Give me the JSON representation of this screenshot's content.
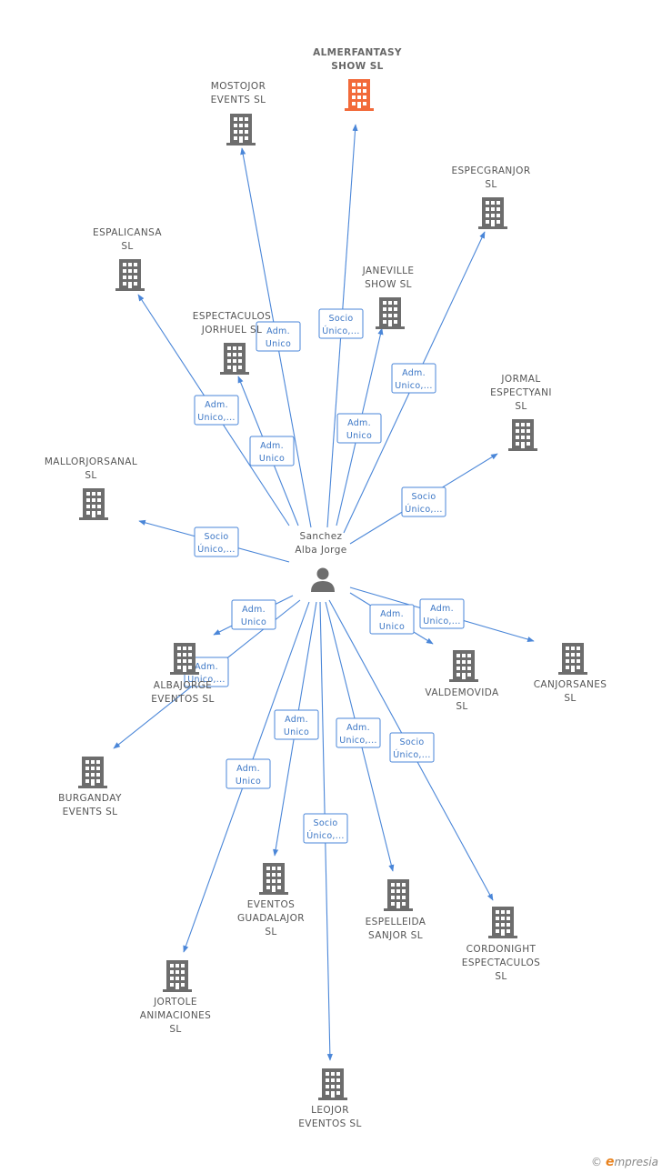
{
  "person": {
    "name_lines": [
      "Sanchez",
      "Alba Jorge"
    ]
  },
  "colors": {
    "edge": "#4a86d8",
    "building": "#6d6d6d",
    "building_highlight": "#f26a3a"
  },
  "companies": [
    {
      "id": "almerfantasy",
      "lines": [
        "ALMERFANTASY",
        "SHOW  SL"
      ],
      "highlight": true
    },
    {
      "id": "mostojor",
      "lines": [
        "MOSTOJOR",
        "EVENTS  SL"
      ]
    },
    {
      "id": "especgranjor",
      "lines": [
        "ESPECGRANJOR",
        "SL"
      ]
    },
    {
      "id": "espalicansa",
      "lines": [
        "ESPALICANSA",
        "SL"
      ]
    },
    {
      "id": "janeville",
      "lines": [
        "JANEVILLE",
        "SHOW  SL"
      ]
    },
    {
      "id": "espectaculos-jorhuel",
      "lines": [
        "ESPECTACULOS",
        "JORHUEL  SL"
      ]
    },
    {
      "id": "jormal",
      "lines": [
        "JORMAL",
        "ESPECTYANI",
        "SL"
      ]
    },
    {
      "id": "mallorjorsanal",
      "lines": [
        "MALLORJORSANAL",
        "SL"
      ]
    },
    {
      "id": "albajorge-eventos",
      "lines": [
        "ALBAJORGE",
        "EVENTOS  SL"
      ]
    },
    {
      "id": "valdemovida",
      "lines": [
        "VALDEMOVIDA",
        "SL"
      ]
    },
    {
      "id": "canjorsanes",
      "lines": [
        "CANJORSANES",
        "SL"
      ]
    },
    {
      "id": "burganday",
      "lines": [
        "BURGANDAY",
        "EVENTS  SL"
      ]
    },
    {
      "id": "eventos-guadalajor",
      "lines": [
        "EVENTOS",
        "GUADALAJOR",
        "SL"
      ]
    },
    {
      "id": "espelleida",
      "lines": [
        "ESPELLEIDA",
        "SANJOR  SL"
      ]
    },
    {
      "id": "cordonight",
      "lines": [
        "CORDONIGHT",
        "ESPECTACULOS",
        "SL"
      ]
    },
    {
      "id": "jortole",
      "lines": [
        "JORTOLE",
        "ANIMACIONES",
        "SL"
      ]
    },
    {
      "id": "leojor",
      "lines": [
        "LEOJOR",
        "EVENTOS  SL"
      ]
    }
  ],
  "relations": [
    {
      "to": "almerfantasy",
      "role": [
        "Socio",
        "Único,..."
      ]
    },
    {
      "to": "mostojor",
      "role": [
        "Adm.",
        "Unico"
      ]
    },
    {
      "to": "especgranjor",
      "role": [
        "Adm.",
        "Unico,..."
      ]
    },
    {
      "to": "espalicansa",
      "role": [
        "Adm.",
        "Unico,..."
      ]
    },
    {
      "to": "janeville",
      "role": [
        "Adm.",
        "Unico"
      ]
    },
    {
      "to": "espectaculos-jorhuel",
      "role": [
        "Adm.",
        "Unico"
      ]
    },
    {
      "to": "jormal",
      "role": [
        "Socio",
        "Único,..."
      ]
    },
    {
      "to": "mallorjorsanal",
      "role": [
        "Socio",
        "Único,..."
      ]
    },
    {
      "to": "albajorge-eventos",
      "role": [
        "Adm.",
        "Unico"
      ]
    },
    {
      "to": "valdemovida",
      "role": [
        "Adm.",
        "Unico"
      ]
    },
    {
      "to": "canjorsanes",
      "role": [
        "Adm.",
        "Unico,..."
      ]
    },
    {
      "to": "burganday",
      "role": [
        "Adm.",
        "Unico,..."
      ]
    },
    {
      "to": "eventos-guadalajor",
      "role": [
        "Adm.",
        "Unico"
      ]
    },
    {
      "to": "espelleida",
      "role": [
        "Adm.",
        "Unico,..."
      ]
    },
    {
      "to": "cordonight",
      "role": [
        "Socio",
        "Único,..."
      ]
    },
    {
      "to": "jortole",
      "role": [
        "Adm.",
        "Unico"
      ]
    },
    {
      "to": "leojor",
      "role": [
        "Socio",
        "Único,..."
      ]
    }
  ],
  "footer": {
    "copyright": "©",
    "brand_initial": "e",
    "brand_rest": "mpresia"
  }
}
